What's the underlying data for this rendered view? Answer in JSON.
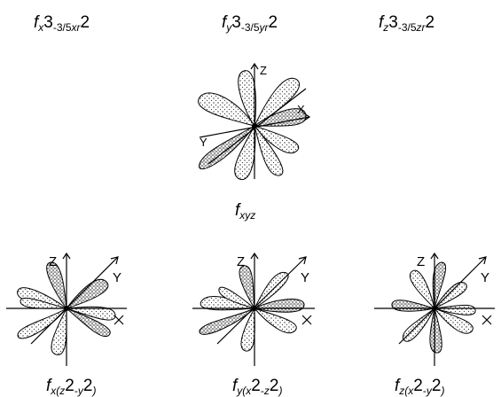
{
  "top_labels": {
    "fx": {
      "f": "f",
      "sub": "x",
      "three": "3",
      "mid": "-3/5",
      "xr": "xr",
      "two": "2"
    },
    "fy": {
      "f": "f",
      "sub": "y",
      "three": "3",
      "mid": "-3/5",
      "xr": "yr",
      "two": "2"
    },
    "fz": {
      "f": "f",
      "sub": "z",
      "three": "3",
      "mid": "-3/5",
      "xr": "zr",
      "two": "2"
    }
  },
  "fxyz": {
    "f": "f",
    "sub": "xyz",
    "axis_z": "Z",
    "axis_x": "X",
    "axis_y": "Y"
  },
  "bottom_labels": {
    "b1": {
      "f": "f",
      "a": "x(z",
      "two1": "2",
      "dash": "-",
      "b": "y",
      "two2": "2",
      "c": ")"
    },
    "b2": {
      "f": "f",
      "a": "y(x",
      "two1": "2",
      "dash": "-",
      "b": "z",
      "two2": "2",
      "c": ")"
    },
    "b3": {
      "f": "f",
      "a": "z(x",
      "two1": "2",
      "dash": "-",
      "b": "y",
      "two2": "2",
      "c": ")"
    }
  },
  "bottom_axes": {
    "z": "Z",
    "y": "Y",
    "x": "X"
  },
  "colors": {
    "lobe_fill": "#e6e6e6",
    "stroke": "#000000",
    "dots": "#333333"
  }
}
